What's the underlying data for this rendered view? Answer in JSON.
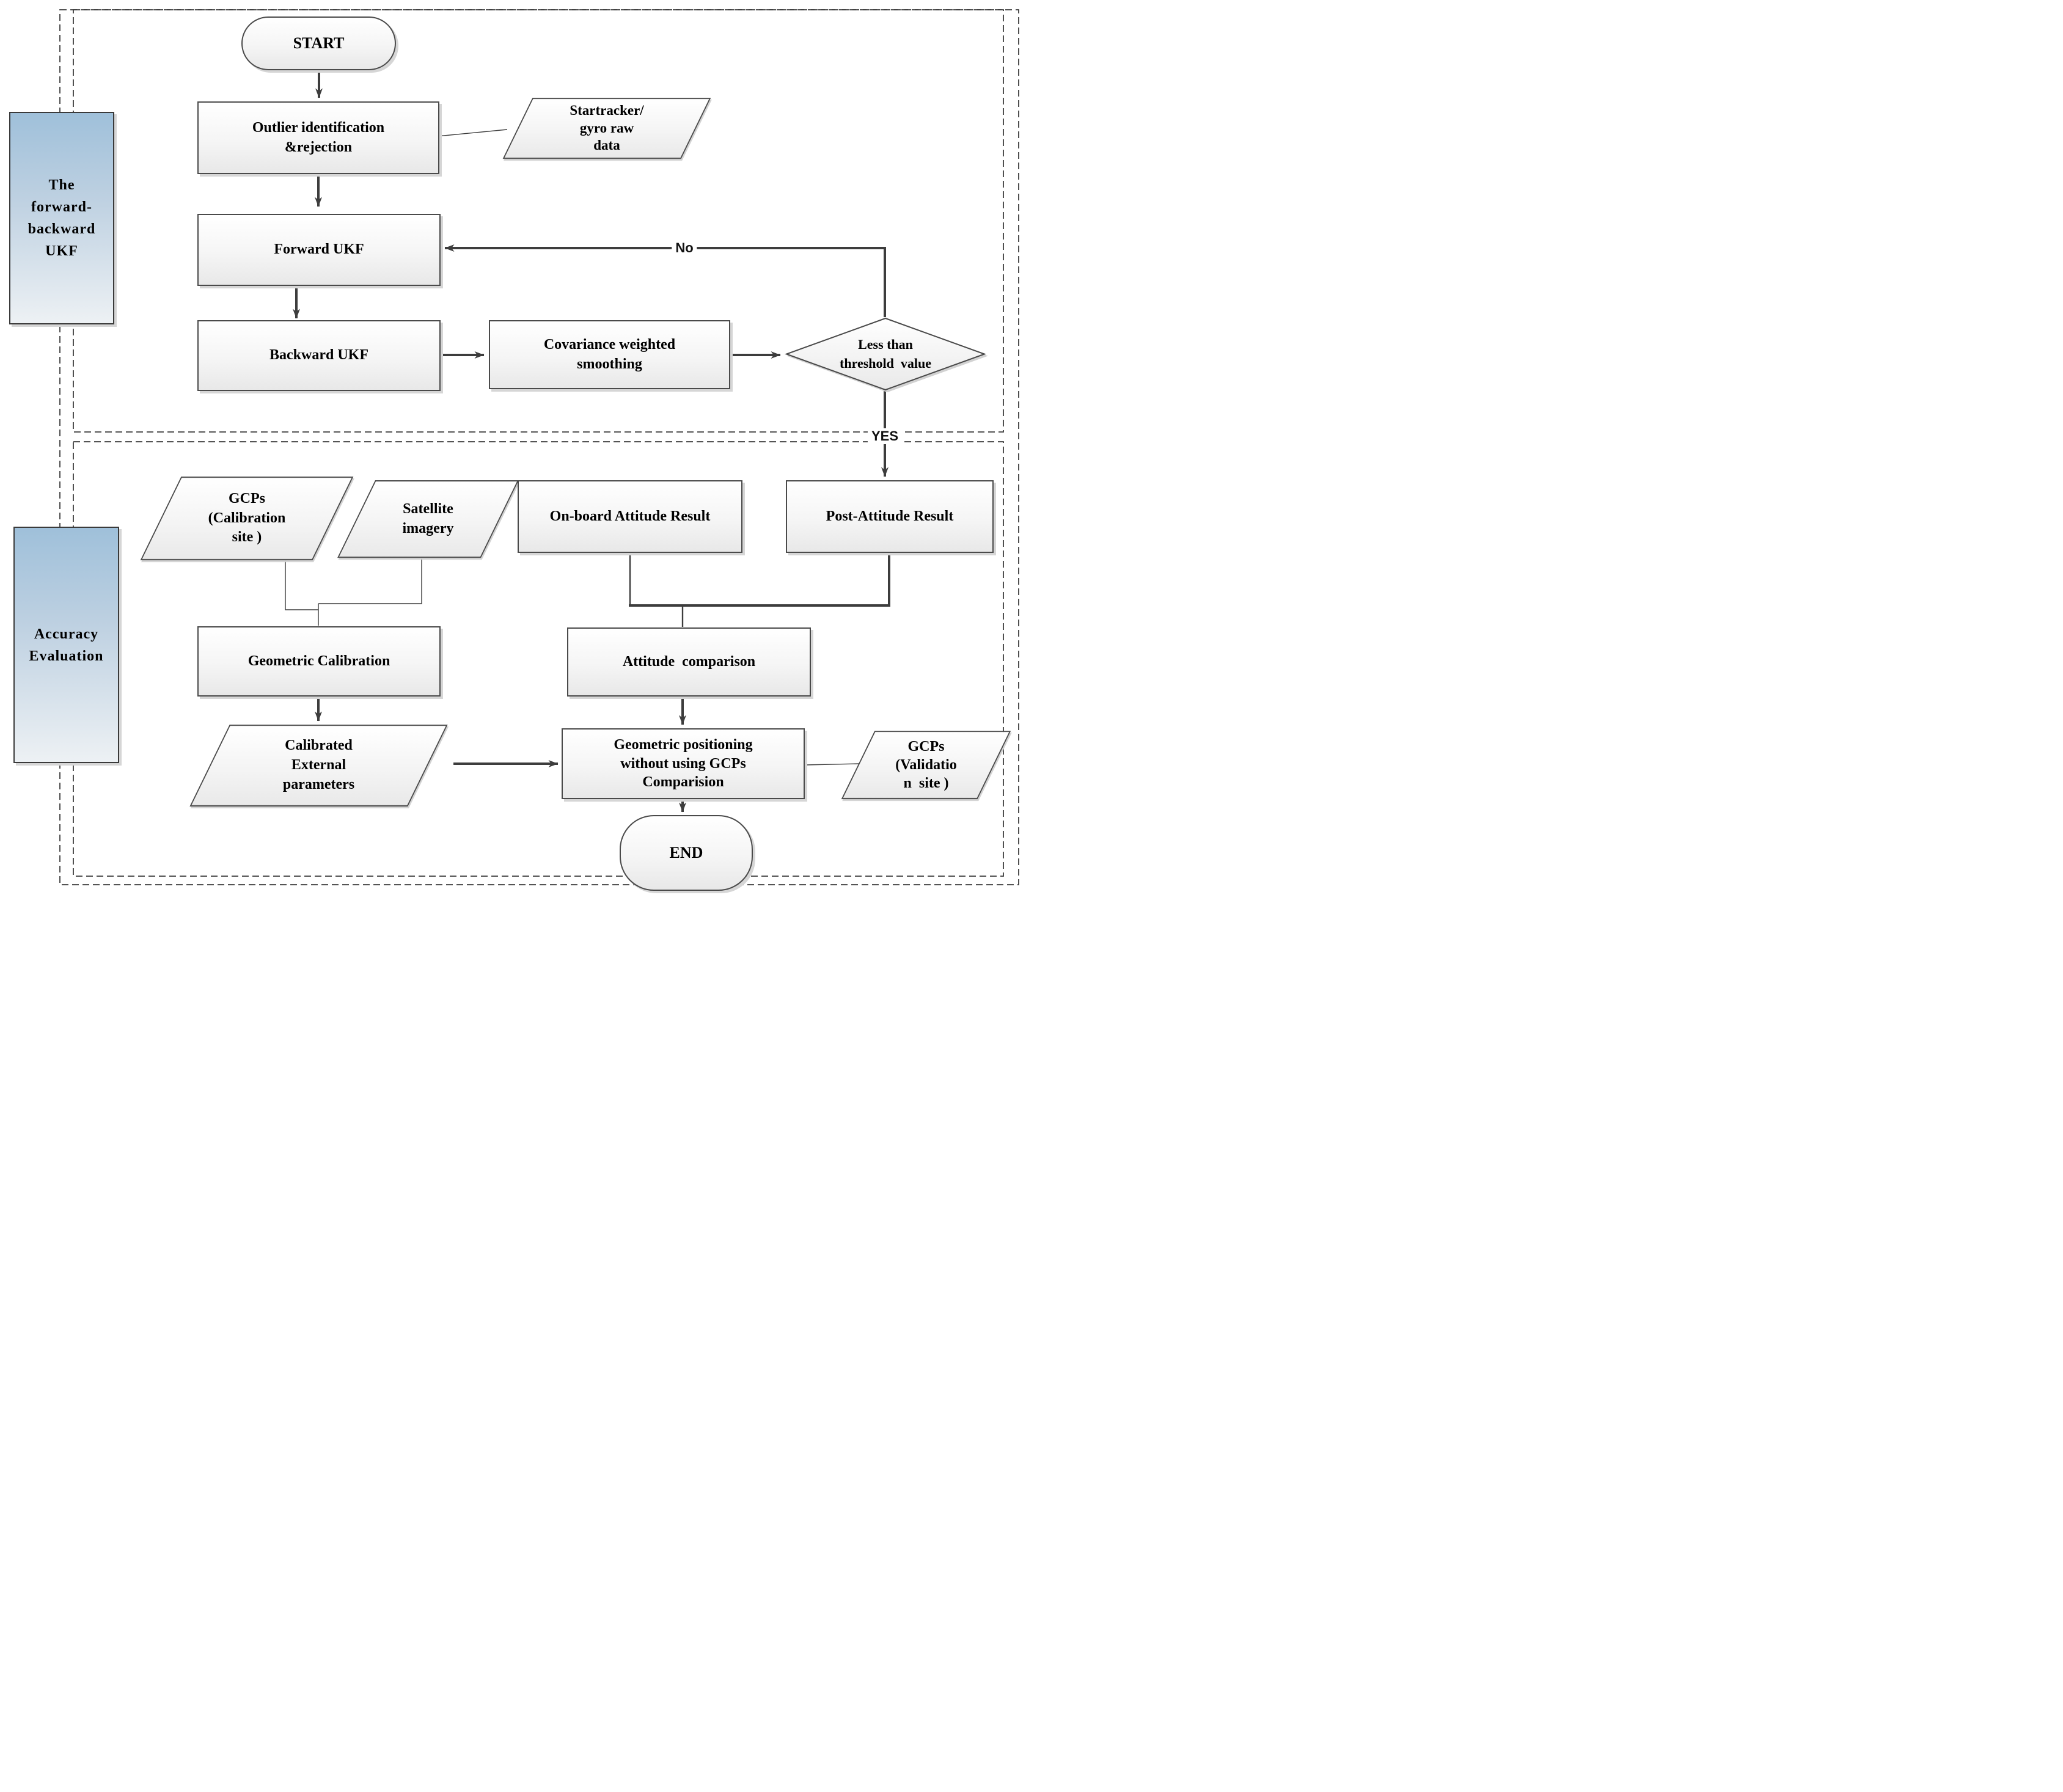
{
  "diagram": {
    "title_hint": "Forward-backward UKF attitude processing flowchart",
    "sections": [
      {
        "label": "The\nforward-\nbackward\nUKF"
      },
      {
        "label": "Accuracy\nEvaluation"
      }
    ],
    "nodes": {
      "start": "START",
      "outlier": "Outlier identification\n&rejection",
      "startracker": "Startracker/\ngyro raw\ndata",
      "forward_ukf": "Forward UKF",
      "backward_ukf": "Backward UKF",
      "covariance": "Covariance weighted\nsmoothing",
      "threshold": "Less than\nthreshold  value",
      "gcps_calibration": "GCPs\n(Calibration\nsite )",
      "satellite": "Satellite\nimagery",
      "onboard_attitude": "On-board Attitude Result",
      "post_attitude": "Post-Attitude Result",
      "geometric_calibration": "Geometric Calibration",
      "attitude_comparison": "Attitude  comparison",
      "calibrated_params": "Calibrated\nExternal\nparameters",
      "geometric_positioning": "Geometric positioning\nwithout using GCPs\nComparision",
      "gcps_validation": "GCPs\n(Validatio\nn  site )",
      "end": "END"
    },
    "edge_labels": {
      "no": "No",
      "yes": "YES"
    },
    "colors": {
      "label_box_top": "#9fc0da",
      "label_box_bottom": "#edf1f4",
      "shape_fill_top": "#ffffff",
      "shape_fill_bottom": "#e8e8e8",
      "line": "#3d3d3d",
      "border": "#4a4a4a",
      "shadow": "#d6d6d6"
    }
  }
}
